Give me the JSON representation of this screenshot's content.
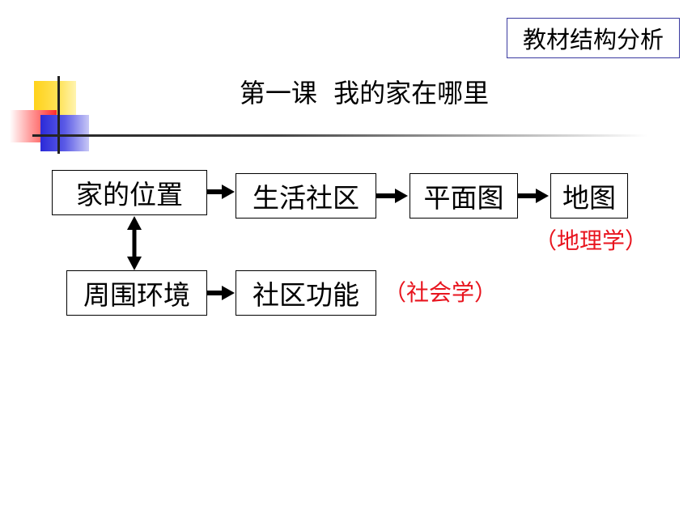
{
  "header": {
    "tag": "教材结构分析",
    "title": "第一课  我的家在哪里"
  },
  "flow": {
    "row1": [
      "家的位置",
      "生活社区",
      "平面图",
      "地图"
    ],
    "row2": [
      "周围环境",
      "社区功能"
    ]
  },
  "notes": {
    "geography": "（地理学）",
    "sociology": "（社会学）"
  },
  "colors": {
    "note": "#e8141e",
    "tag_border": "#3a3aa0"
  }
}
